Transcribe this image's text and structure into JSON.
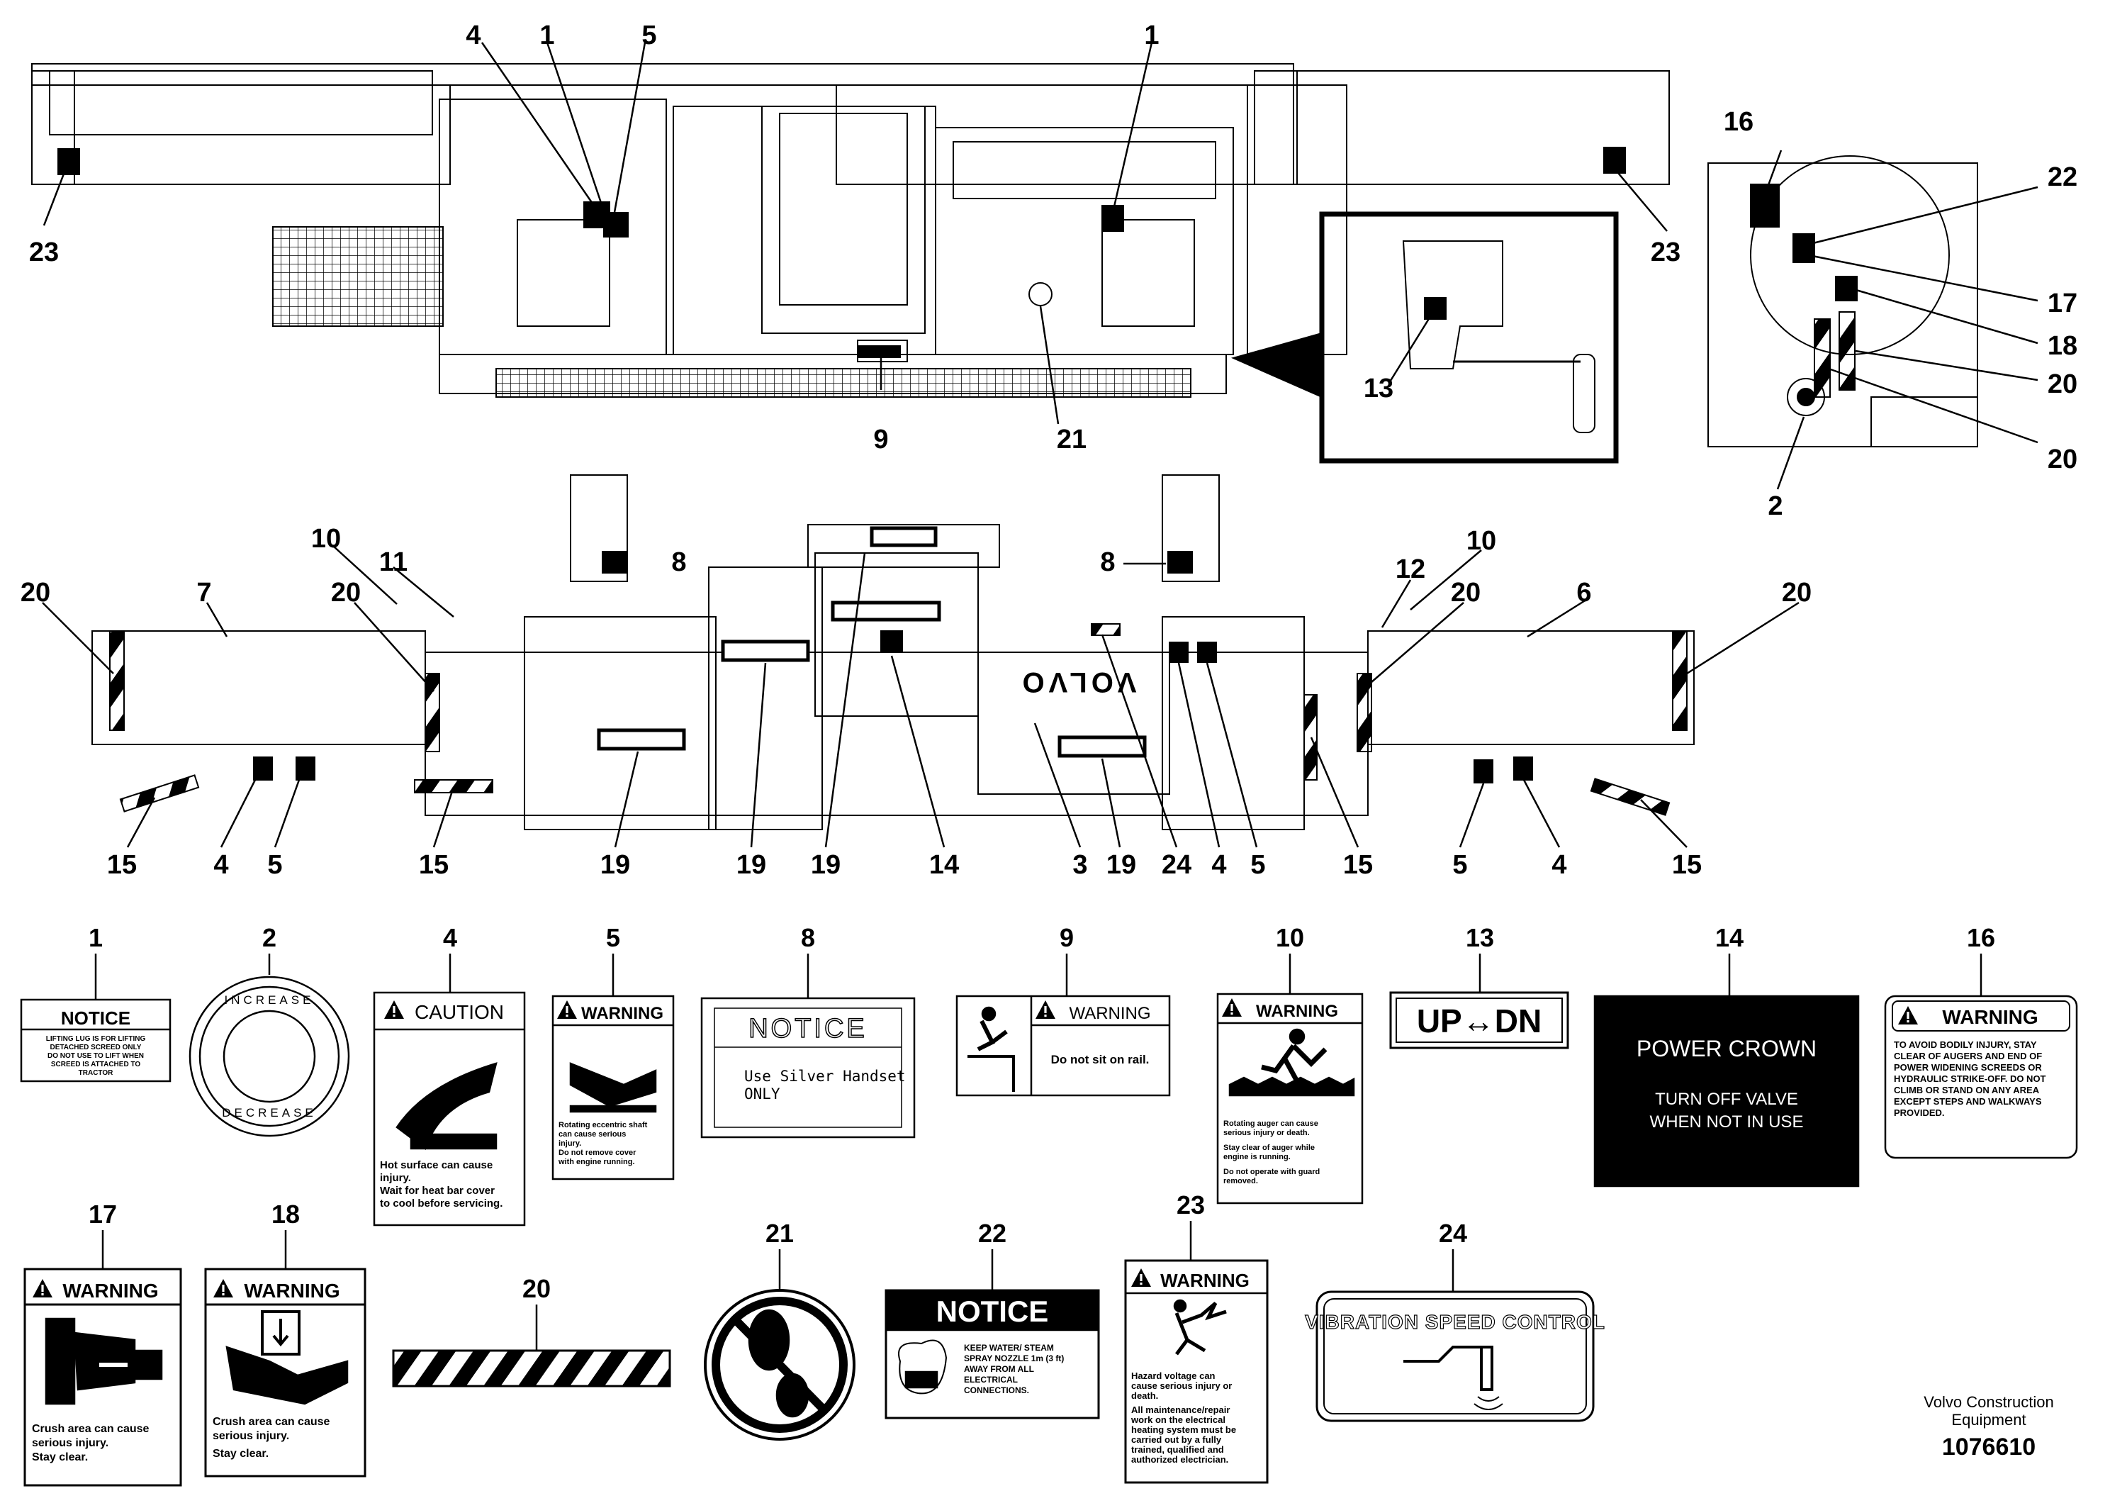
{
  "callouts_top": [
    "4",
    "1",
    "5",
    "1",
    "23",
    "23",
    "9",
    "21",
    "13",
    "16",
    "22",
    "17",
    "18",
    "20",
    "20",
    "2"
  ],
  "callouts_mid": [
    "10",
    "11",
    "20",
    "7",
    "20",
    "8",
    "8",
    "12",
    "10",
    "20",
    "6",
    "20",
    "15",
    "4",
    "5",
    "15",
    "19",
    "19",
    "19",
    "14",
    "3",
    "19",
    "24",
    "4",
    "5",
    "15",
    "5",
    "4",
    "15"
  ],
  "decals": {
    "d1": {
      "num": "1",
      "title": "NOTICE",
      "lines": [
        "LIFTING LUG IS FOR LIFTING",
        "DETACHED SCREED ONLY",
        "DO NOT USE TO LIFT WHEN",
        "SCREED IS ATTACHED TO",
        "TRACTOR"
      ]
    },
    "d2": {
      "num": "2",
      "top": "INCREASE",
      "bottom": "DECREASE"
    },
    "d4": {
      "num": "4",
      "title": "CAUTION",
      "lines": [
        "Hot surface can cause",
        "injury.",
        "Wait for heat bar cover",
        "to cool before servicing."
      ]
    },
    "d5": {
      "num": "5",
      "title": "WARNING",
      "lines": [
        "Rotating eccentric shaft",
        "can cause serious",
        "injury.",
        "Do not remove cover",
        "with engine running."
      ]
    },
    "d8": {
      "num": "8",
      "title": "NOTICE",
      "lines": [
        "Use Silver Handset",
        "ONLY"
      ]
    },
    "d9": {
      "num": "9",
      "title": "WARNING",
      "lines": [
        "Do not sit on rail."
      ]
    },
    "d10": {
      "num": "10",
      "title": "WARNING",
      "lines": [
        "Rotating auger can cause",
        "serious injury or death.",
        "Stay clear of auger while",
        "engine is running.",
        "Do not operate with guard",
        "removed."
      ]
    },
    "d13": {
      "num": "13",
      "text": "UP↔DN"
    },
    "d14": {
      "num": "14",
      "lines": [
        "POWER CROWN",
        "TURN OFF VALVE",
        "WHEN NOT IN USE"
      ]
    },
    "d16": {
      "num": "16",
      "title": "WARNING",
      "lines": [
        "TO AVOID BODILY INJURY, STAY",
        "CLEAR OF AUGERS AND END OF",
        "POWER WIDENING SCREEDS OR",
        "HYDRAULIC STRIKE-OFF. DO NOT",
        "CLIMB OR STAND ON ANY AREA",
        "EXCEPT STEPS AND WALKWAYS",
        "PROVIDED."
      ]
    },
    "d17": {
      "num": "17",
      "title": "WARNING",
      "lines": [
        "Crush area can cause",
        "serious injury.",
        "Stay clear."
      ]
    },
    "d18": {
      "num": "18",
      "title": "WARNING",
      "lines": [
        "Crush area can cause",
        "serious injury.",
        "Stay clear."
      ]
    },
    "d20": {
      "num": "20"
    },
    "d21": {
      "num": "21"
    },
    "d22": {
      "num": "22",
      "title": "NOTICE",
      "lines": [
        "KEEP WATER/ STEAM",
        "SPRAY NOZZLE 1m (3 ft)",
        "AWAY FROM ALL",
        "ELECTRICAL",
        "CONNECTIONS."
      ]
    },
    "d23": {
      "num": "23",
      "title": "WARNING",
      "lines": [
        "Hazard voltage can",
        "cause serious injury or",
        "death.",
        "All maintenance/repair",
        "work on the electrical",
        "heating system must be",
        "carried out by a fully",
        "trained, qualified and",
        "authorized electrician."
      ]
    },
    "d24": {
      "num": "24",
      "title": "VIBRATION SPEED CONTROL"
    }
  },
  "brand_logo": "VOLVO",
  "footer": {
    "line1": "Volvo Construction",
    "line2": "Equipment",
    "code": "1076610"
  }
}
